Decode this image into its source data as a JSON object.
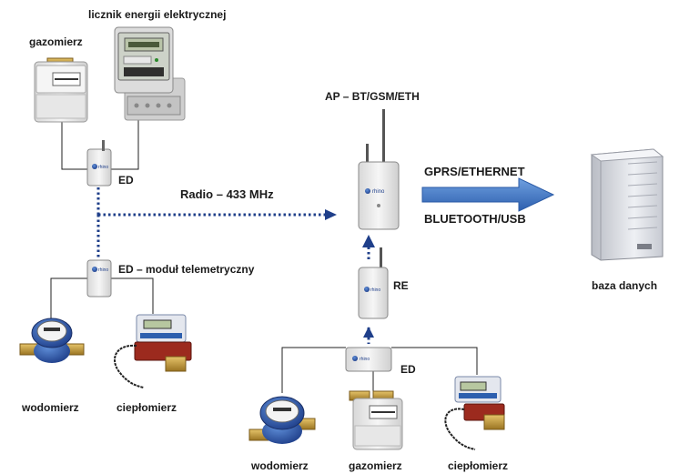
{
  "labels": {
    "electric_meter": "licznik energii elektrycznej",
    "gas_meter_top": "gazomierz",
    "ed_top": "ED",
    "radio": "Radio – 433 MHz",
    "ed_module": "ED – moduł telemetryczny",
    "water_meter_left": "wodomierz",
    "heat_meter_left": "ciepłomierz",
    "ap": "AP – BT/GSM/ETH",
    "gprs": "GPRS/ETHERNET",
    "bluetooth": "BLUETOOTH/USB",
    "re": "RE",
    "ed_bottom": "ED",
    "water_meter_bottom": "wodomierz",
    "gas_meter_bottom": "gazomierz",
    "heat_meter_bottom": "ciepłomierz",
    "database": "baza danych"
  },
  "device_brand": "rhino",
  "colors": {
    "wire": "#222222",
    "radio_link": "#1f3f8a",
    "arrow": "#3b73c4",
    "device_body": "#eeeeee",
    "server": "#e6e6ea"
  }
}
